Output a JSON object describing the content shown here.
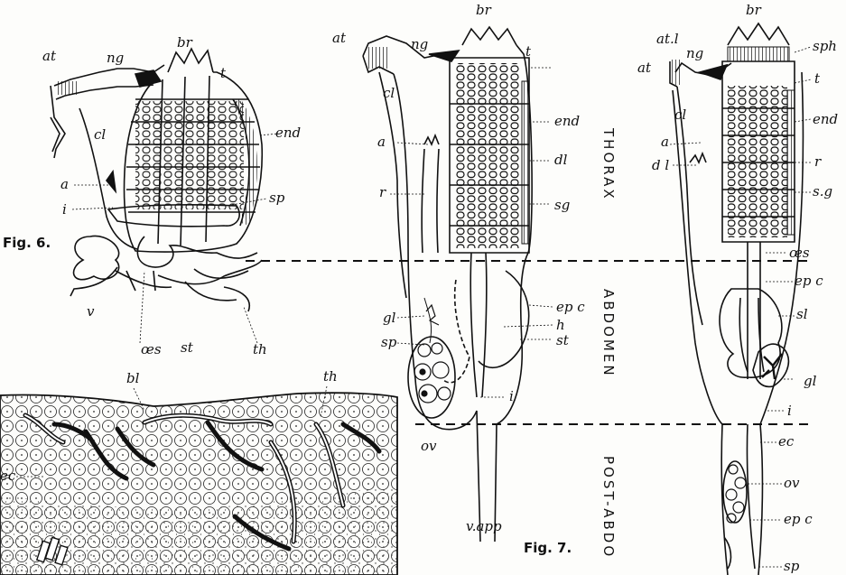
{
  "figure_labels": {
    "fig6": "Fig. 6.",
    "fig7": "Fig. 7."
  },
  "regions": {
    "thorax": "THORAX",
    "abdomen": "ABDOMEN",
    "post_abdomen": "POST-ABDO"
  },
  "fig6": {
    "at": "at",
    "ng": "ng",
    "br": "br",
    "t": "t",
    "cl": "cl",
    "end": "end",
    "a": "a",
    "i": "i",
    "sp": "sp",
    "v": "v",
    "oes": "œs",
    "st": "st",
    "th": "th"
  },
  "fig_lower": {
    "bl": "bl",
    "th": "th",
    "ec": "ec"
  },
  "fig7": {
    "at": "at",
    "ng": "ng",
    "br": "br",
    "t": "t",
    "cl": "cl",
    "end": "end",
    "a": "a",
    "dl": "dl",
    "r": "r",
    "sg": "sg",
    "epc": "ep c",
    "gl": "gl",
    "h": "h",
    "sp": "sp",
    "st": "st",
    "i": "i",
    "ov": "ov",
    "vapp": "v.app"
  },
  "fig8": {
    "br": "br",
    "atl": "at.l",
    "ng": "ng",
    "sph": "sph",
    "at": "at",
    "t": "t",
    "cl": "cl",
    "end": "end",
    "a": "a",
    "dl": "d l",
    "r": "r",
    "sg": "s.g",
    "oes": "œs",
    "epc_upper": "ep c",
    "sl": "sl",
    "gl": "gl",
    "i": "i",
    "ec": "ec",
    "ov": "ov",
    "epc_lower": "ep c",
    "sp": "sp"
  }
}
